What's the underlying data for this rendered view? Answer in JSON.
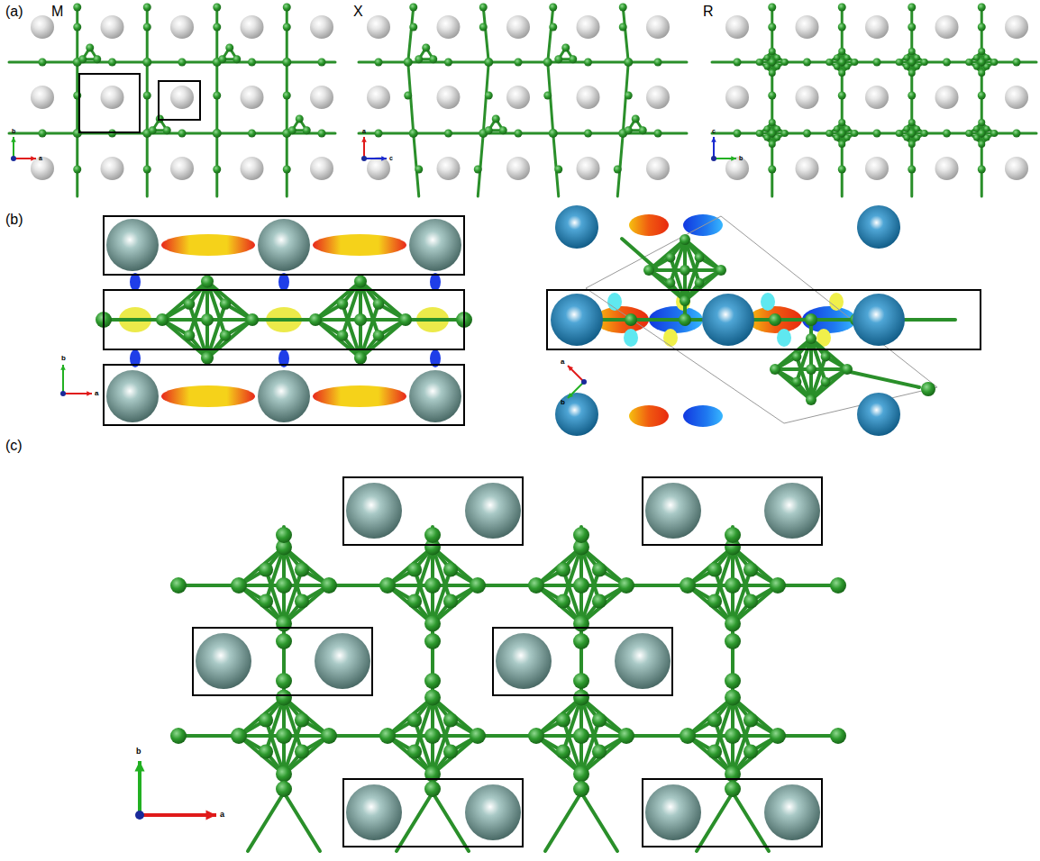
{
  "diagram": {
    "labels": [
      "(a)",
      "M",
      "b",
      "a",
      "X",
      "a",
      "c",
      "R",
      "c",
      "b",
      "(b)",
      "b",
      "a",
      "a",
      "b",
      "(c)",
      "b",
      "a"
    ]
  }
}
